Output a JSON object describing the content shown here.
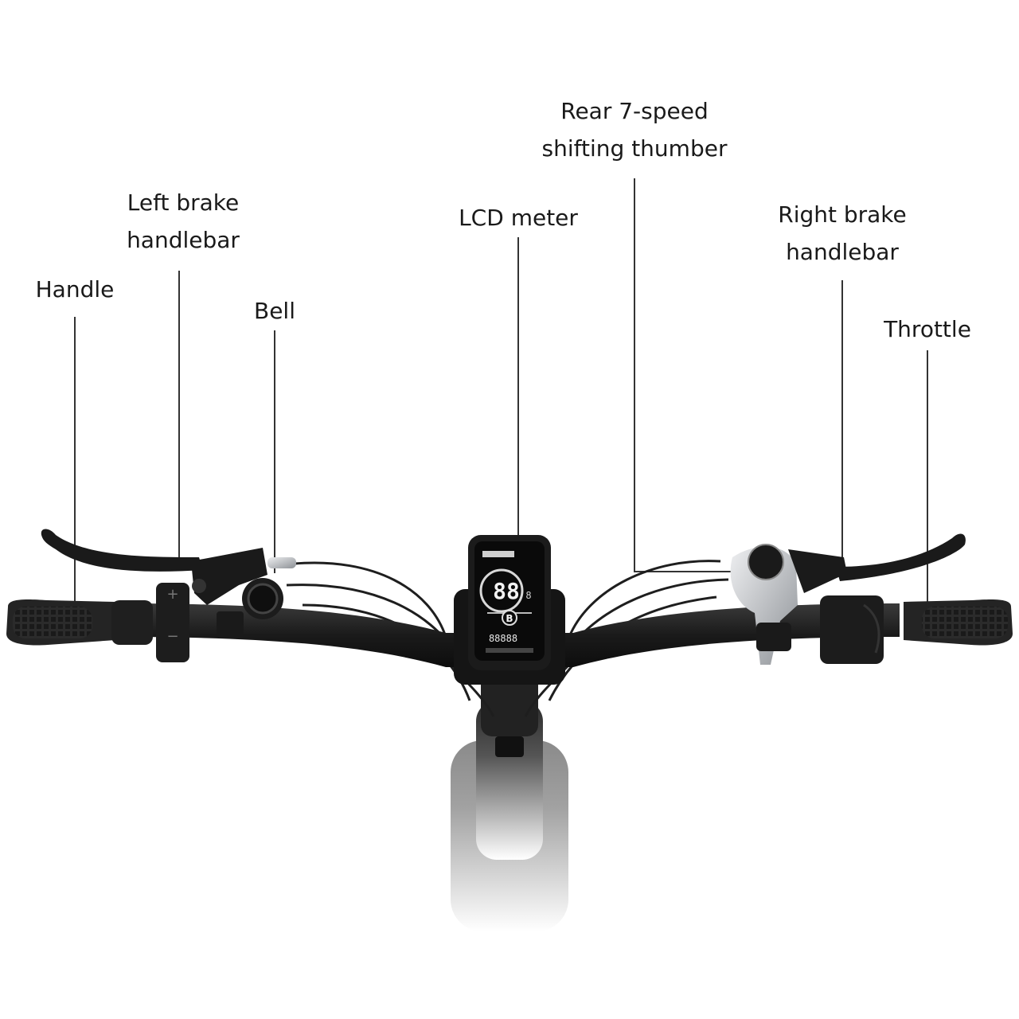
{
  "labels": {
    "handle": "Handle",
    "left_brake": [
      "Left brake",
      "handlebar"
    ],
    "bell": "Bell",
    "lcd_meter": "LCD meter",
    "rear_shifter": [
      "Rear 7-speed",
      "shifting thumber"
    ],
    "right_brake": [
      "Right brake",
      "handlebar"
    ],
    "throttle": "Throttle"
  },
  "lcd": {
    "speed": "88",
    "speed_unit": "8",
    "assist_level": "B",
    "odometer": "88888"
  },
  "colors": {
    "label_text": "#1a1a1a",
    "leader_line": "#333333",
    "bar_dark": "#1c1c1c",
    "grip": "#2a2a2a",
    "screen": "#0a0a0a",
    "metal": "#c9ccd0",
    "background": "#ffffff"
  }
}
